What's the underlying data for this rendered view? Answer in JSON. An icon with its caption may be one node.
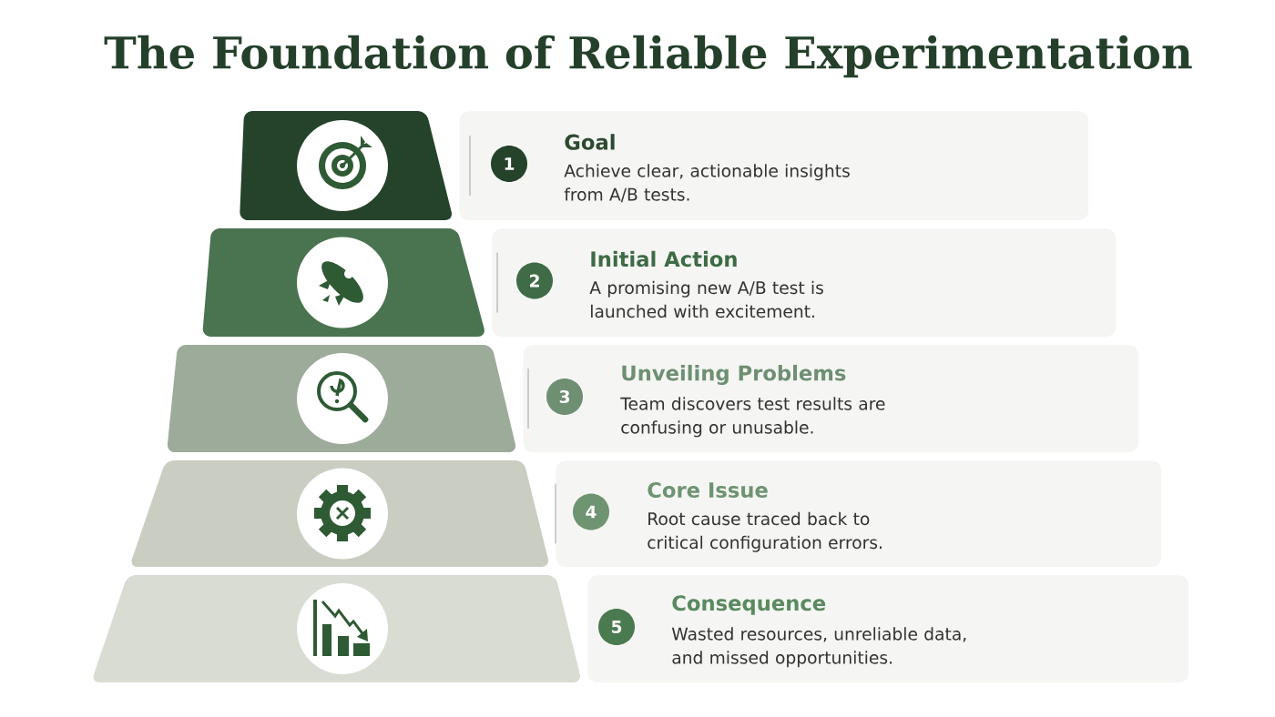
{
  "diagram": {
    "title": "The Foundation of Reliable Experimentation",
    "nodes": [
      {
        "text": [
          "1",
          "Goal",
          "Achieve clear, actionable insights from A/B tests."
        ]
      },
      {
        "text": [
          "2",
          "Initial Action",
          "A promising new A/B test is launched with excitement."
        ]
      },
      {
        "text": [
          "3",
          "Unveiling Problems",
          "Team discovers test results are confusing or unusable."
        ]
      },
      {
        "text": [
          "4",
          "Core Issue",
          "Root cause traced back to critical configuration errors."
        ]
      },
      {
        "text": [
          "5",
          "Consequence",
          "Wasted resources, unreliable data, and missed opportunities."
        ]
      }
    ]
  }
}
